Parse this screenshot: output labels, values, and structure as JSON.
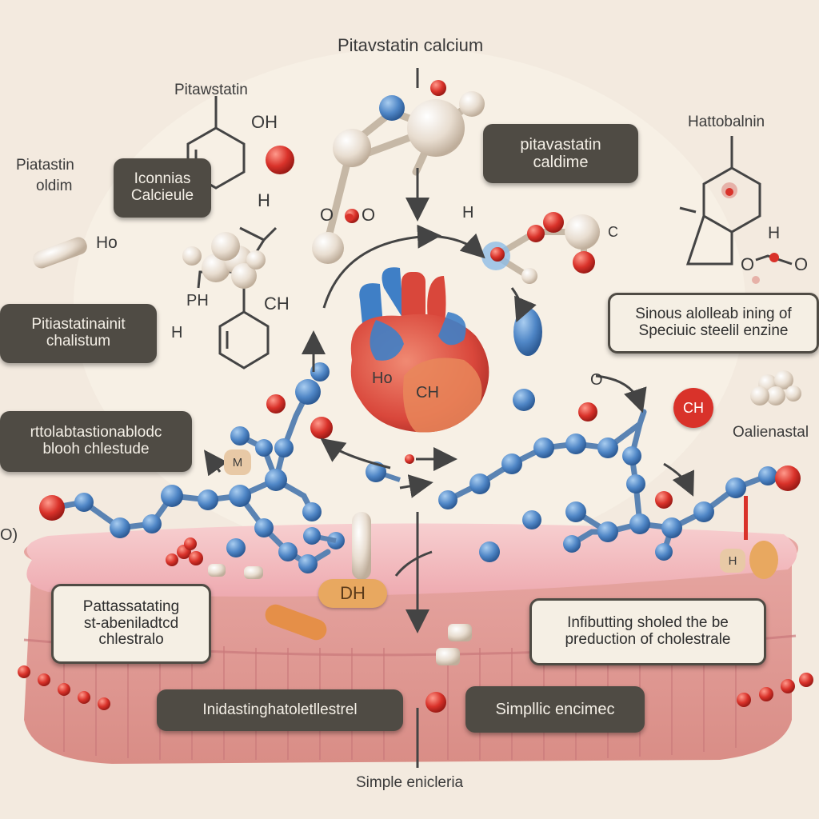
{
  "title": "Pitavstatin calcium",
  "footer": "Simple enicleria",
  "labels": {
    "top_left_name": "Pitawstatin",
    "side_left_1": "Piatastin",
    "side_left_2": "oldim",
    "right_name": "Hattobalnin",
    "right_side": "Oalienastal",
    "ring_oh": "OH",
    "h_label": "H",
    "o_label_1": "O",
    "o_label_2": "O",
    "h_mid": "H",
    "ho3": "Ho",
    "ph": "PH",
    "ch": "CH",
    "c3": "C",
    "h3_right": "H",
    "left_h3": "H",
    "left_o": "O)",
    "heart_ho": "Ho",
    "heart_ch": "CH",
    "ch_red": "CH",
    "tablet_dh": "DH",
    "marker_m": "M",
    "marker_h": "H",
    "marker_o": "O",
    "o_right": "O",
    "ring_o_left": "O",
    "ring_o_right": "O"
  },
  "boxes": {
    "b1": [
      "Iconnias",
      "Calcieule"
    ],
    "b2": [
      "pitavastatin",
      "caldime"
    ],
    "b3": [
      "Pitiastatinainit",
      "chalistum"
    ],
    "b4": [
      "Sinous alolleab ining of",
      "Speciuic steelil enzine"
    ],
    "b5": [
      "rttolabtastionablodc",
      "blooh chlestude"
    ],
    "b6": [
      "Pattassatating",
      "st-abeniladtcd",
      "chlestralo"
    ],
    "b7": [
      "Infibutting sholed the be",
      "preduction of cholestrale"
    ],
    "b8": [
      "Inidastinghatoletllestrel"
    ],
    "b9": [
      "Simpllic encimec"
    ]
  },
  "colors": {
    "background": "#f3eadf",
    "box": "#4f4b44",
    "atom_blue": "#4f86c6",
    "atom_red": "#d9322a",
    "atom_beige": "#e8ddd0",
    "tissue": "#f2b9bd",
    "heart_red": "#d9473b",
    "heart_blue": "#3f7fc6"
  }
}
